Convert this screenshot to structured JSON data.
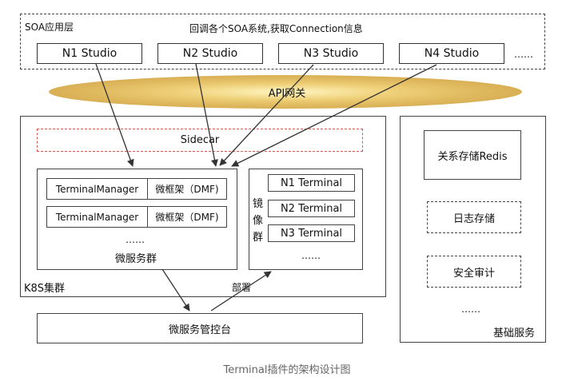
{
  "soa_layer": {
    "title": "SOA应用层",
    "note": "回调各个SOA系统,获取Connection信息",
    "studios": [
      "N1 Studio",
      "N2 Studio",
      "N3 Studio",
      "N4 Studio"
    ],
    "ellipsis": "……"
  },
  "api_gateway": {
    "label": "API网关"
  },
  "k8s_cluster": {
    "title": "K8S集群",
    "sidecar": "Sidecar",
    "microservice_group": {
      "rows": [
        {
          "manager": "TerminalManager",
          "framework": "微框架（DMF)"
        },
        {
          "manager": "TerminalManager",
          "framework": "微框架（DMF)"
        }
      ],
      "ellipsis": "……",
      "title": "微服务群"
    },
    "mirror_group": {
      "vertical_label": [
        "镜",
        "像",
        "群"
      ],
      "terminals": [
        "N1 Terminal",
        "N2 Terminal",
        "N3 Terminal"
      ],
      "ellipsis": "……"
    },
    "deploy_label": "部署"
  },
  "control_console": {
    "label": "微服务管控台"
  },
  "base_services": {
    "title": "基础服务",
    "items": [
      "关系存储Redis",
      "日志存储",
      "安全审计"
    ],
    "ellipsis": "……"
  },
  "caption": "Terminal插件的架构设计图"
}
